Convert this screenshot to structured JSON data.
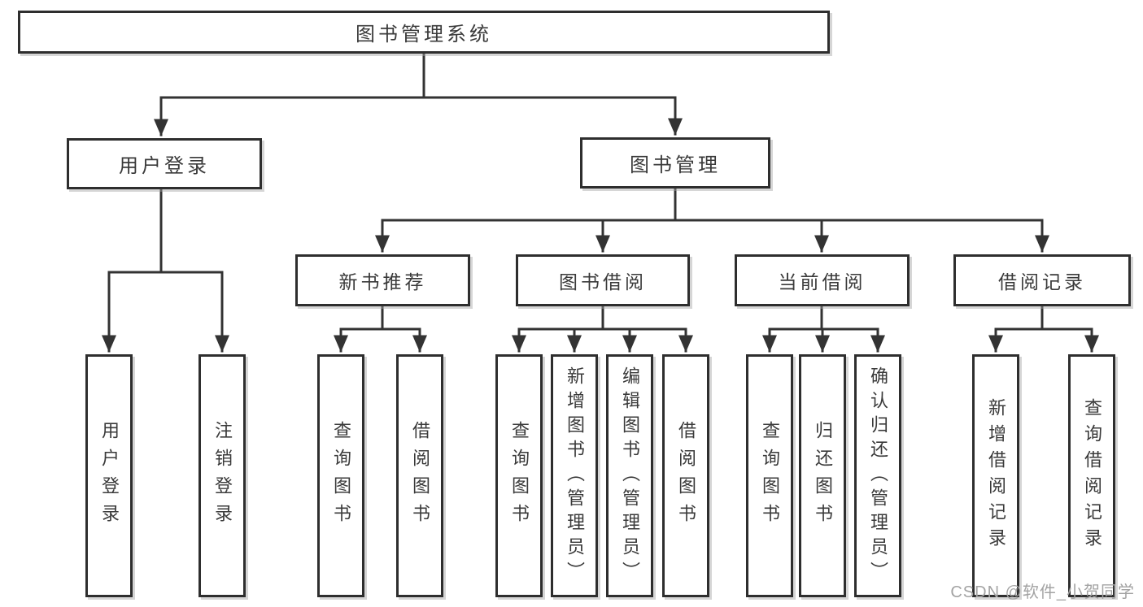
{
  "diagram": {
    "root": {
      "label": "图书管理系统"
    },
    "level2": [
      {
        "label": "用户登录"
      },
      {
        "label": "图书管理"
      }
    ],
    "level3": [
      {
        "label": "新书推荐"
      },
      {
        "label": "图书借阅"
      },
      {
        "label": "当前借阅"
      },
      {
        "label": "借阅记录"
      }
    ],
    "leaves": [
      {
        "label": "用户登录",
        "parent": "用户登录"
      },
      {
        "label": "注销登录",
        "parent": "用户登录"
      },
      {
        "label": "查询图书",
        "parent": "新书推荐"
      },
      {
        "label": "借阅图书",
        "parent": "新书推荐"
      },
      {
        "label": "查询图书",
        "parent": "图书借阅"
      },
      {
        "label": "新增图书（管理员）",
        "parent": "图书借阅"
      },
      {
        "label": "编辑图书（管理员）",
        "parent": "图书借阅"
      },
      {
        "label": "借阅图书",
        "parent": "图书借阅"
      },
      {
        "label": "查询图书",
        "parent": "当前借阅"
      },
      {
        "label": "归还图书",
        "parent": "当前借阅"
      },
      {
        "label": "确认归还（管理员）",
        "parent": "当前借阅"
      },
      {
        "label": "新增借阅记录",
        "parent": "借阅记录"
      },
      {
        "label": "查询借阅记录",
        "parent": "借阅记录"
      }
    ]
  },
  "watermark": {
    "text": "CSDN @软件_小贺同学"
  },
  "colors": {
    "line": "#333333",
    "border": "#2e2e2e",
    "text": "#3a3a3a",
    "watermark": "#a3a3a3",
    "background": "#ffffff"
  }
}
